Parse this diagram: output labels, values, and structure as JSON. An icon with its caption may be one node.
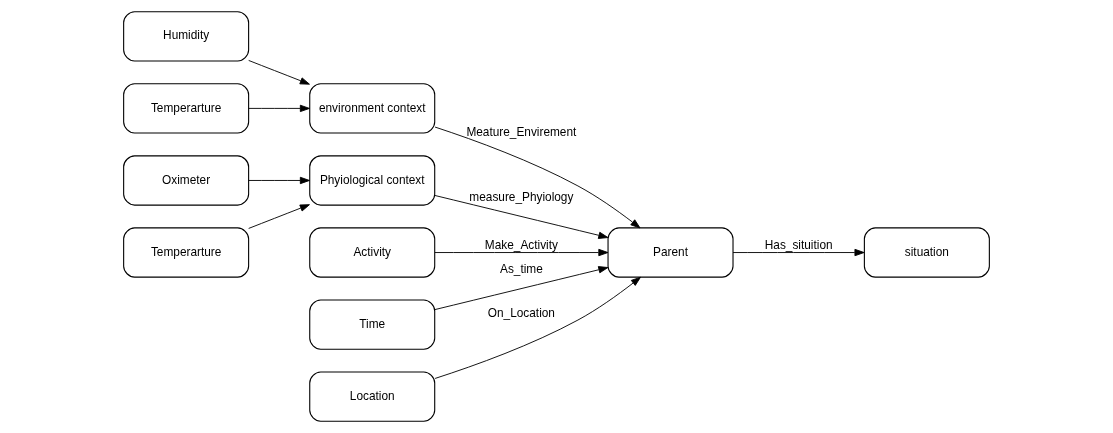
{
  "diagram": {
    "nodes": [
      {
        "text": [
          "Oximeter"
        ]
      },
      {
        "text": [
          "Temperarture"
        ]
      },
      {
        "text": [
          "Phyiological context"
        ]
      },
      {
        "text": [
          "Humidity"
        ]
      },
      {
        "text": [
          "Temperarture"
        ]
      },
      {
        "text": [
          "environment context"
        ]
      },
      {
        "text": [
          "Activity"
        ]
      },
      {
        "text": [
          "Parent"
        ]
      },
      {
        "text": [
          "situation"
        ]
      },
      {
        "text": [
          "Time"
        ]
      },
      {
        "text": [
          "Location"
        ]
      }
    ],
    "edges": [
      {
        "from": 0,
        "to": 2,
        "arrow": "to"
      },
      {
        "from": 1,
        "to": 2,
        "arrow": "to"
      },
      {
        "from": 3,
        "to": 5,
        "arrow": "to"
      },
      {
        "from": 4,
        "to": 5,
        "arrow": "to"
      },
      {
        "from": 2,
        "to": 7,
        "arrow": "to",
        "label": "measure_Phyiology"
      },
      {
        "from": 5,
        "to": 7,
        "arrow": "to",
        "label": "Meature_Envirement"
      },
      {
        "from": 6,
        "to": 7,
        "arrow": "to",
        "label": "Make_Activity"
      },
      {
        "from": 7,
        "to": 8,
        "arrow": "to",
        "label": "Has_situition"
      },
      {
        "from": 9,
        "to": 7,
        "arrow": "to",
        "label": "As_time"
      },
      {
        "from": 10,
        "to": 7,
        "arrow": "to",
        "label": "On_Location"
      }
    ]
  }
}
